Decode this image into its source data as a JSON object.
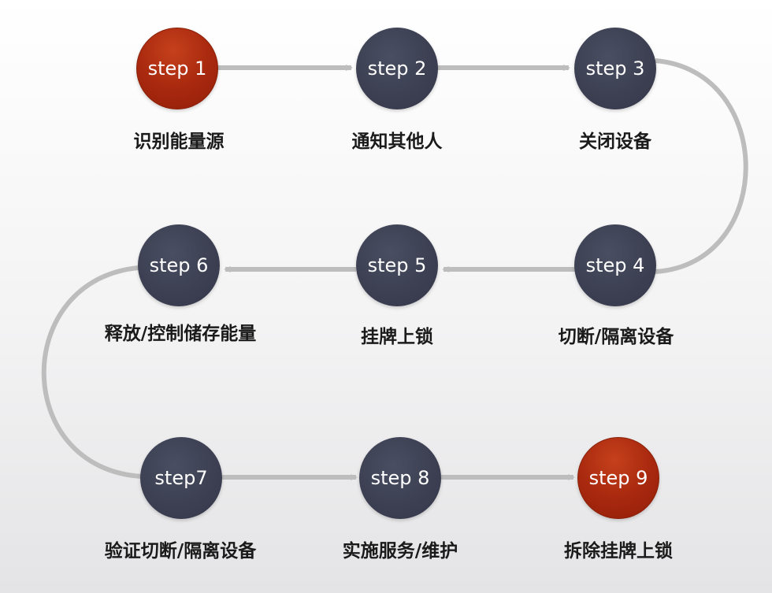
{
  "steps": [
    {
      "id": 1,
      "text": "step 1",
      "label": "识别能量源",
      "style": "accent"
    },
    {
      "id": 2,
      "text": "step 2",
      "label": "通知其他人",
      "style": "dark"
    },
    {
      "id": 3,
      "text": "step 3",
      "label": "关闭设备",
      "style": "dark"
    },
    {
      "id": 4,
      "text": "step 4",
      "label": "切断/隔离设备",
      "style": "dark"
    },
    {
      "id": 5,
      "text": "step 5",
      "label": "挂牌上锁",
      "style": "dark"
    },
    {
      "id": 6,
      "text": "step 6",
      "label": "释放/控制储存能量",
      "style": "dark"
    },
    {
      "id": 7,
      "text": "step7",
      "label": "验证切断/隔离设备",
      "style": "dark"
    },
    {
      "id": 8,
      "text": "step 8",
      "label": "实施服务/维护",
      "style": "dark"
    },
    {
      "id": 9,
      "text": "step 9",
      "label": "拆除挂牌上锁",
      "style": "accent"
    }
  ],
  "colors": {
    "accent": "#a9290f",
    "dark": "#3c4052",
    "connector": "#bdbdbd",
    "label": "#1a1a1a"
  }
}
